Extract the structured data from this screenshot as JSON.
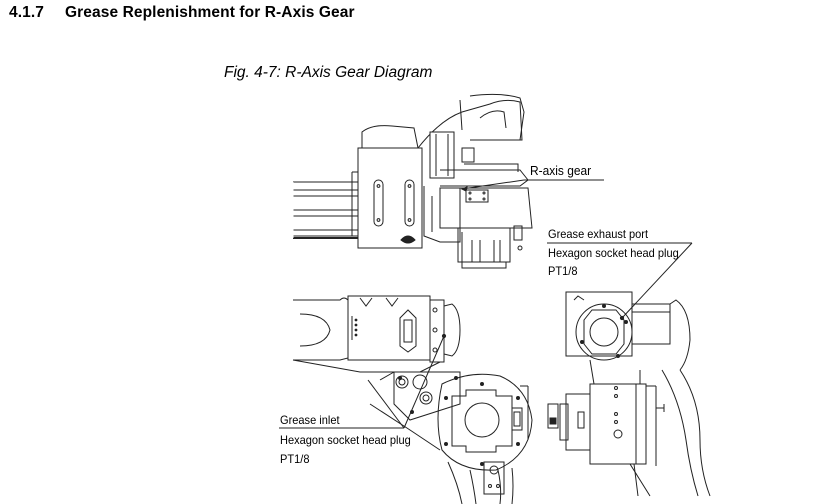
{
  "section": {
    "number": "4.1.7",
    "title": "Grease Replenishment for R-Axis Gear"
  },
  "figure": {
    "caption": "Fig. 4-7: R-Axis Gear Diagram",
    "callouts": {
      "r_axis_gear": "R-axis gear",
      "exhaust": {
        "name": "Grease exhaust port",
        "type": "Hexagon socket head plug",
        "size": "PT1/8"
      },
      "inlet": {
        "name": "Grease inlet",
        "type": "Hexagon socket head plug",
        "size": "PT1/8"
      }
    }
  }
}
